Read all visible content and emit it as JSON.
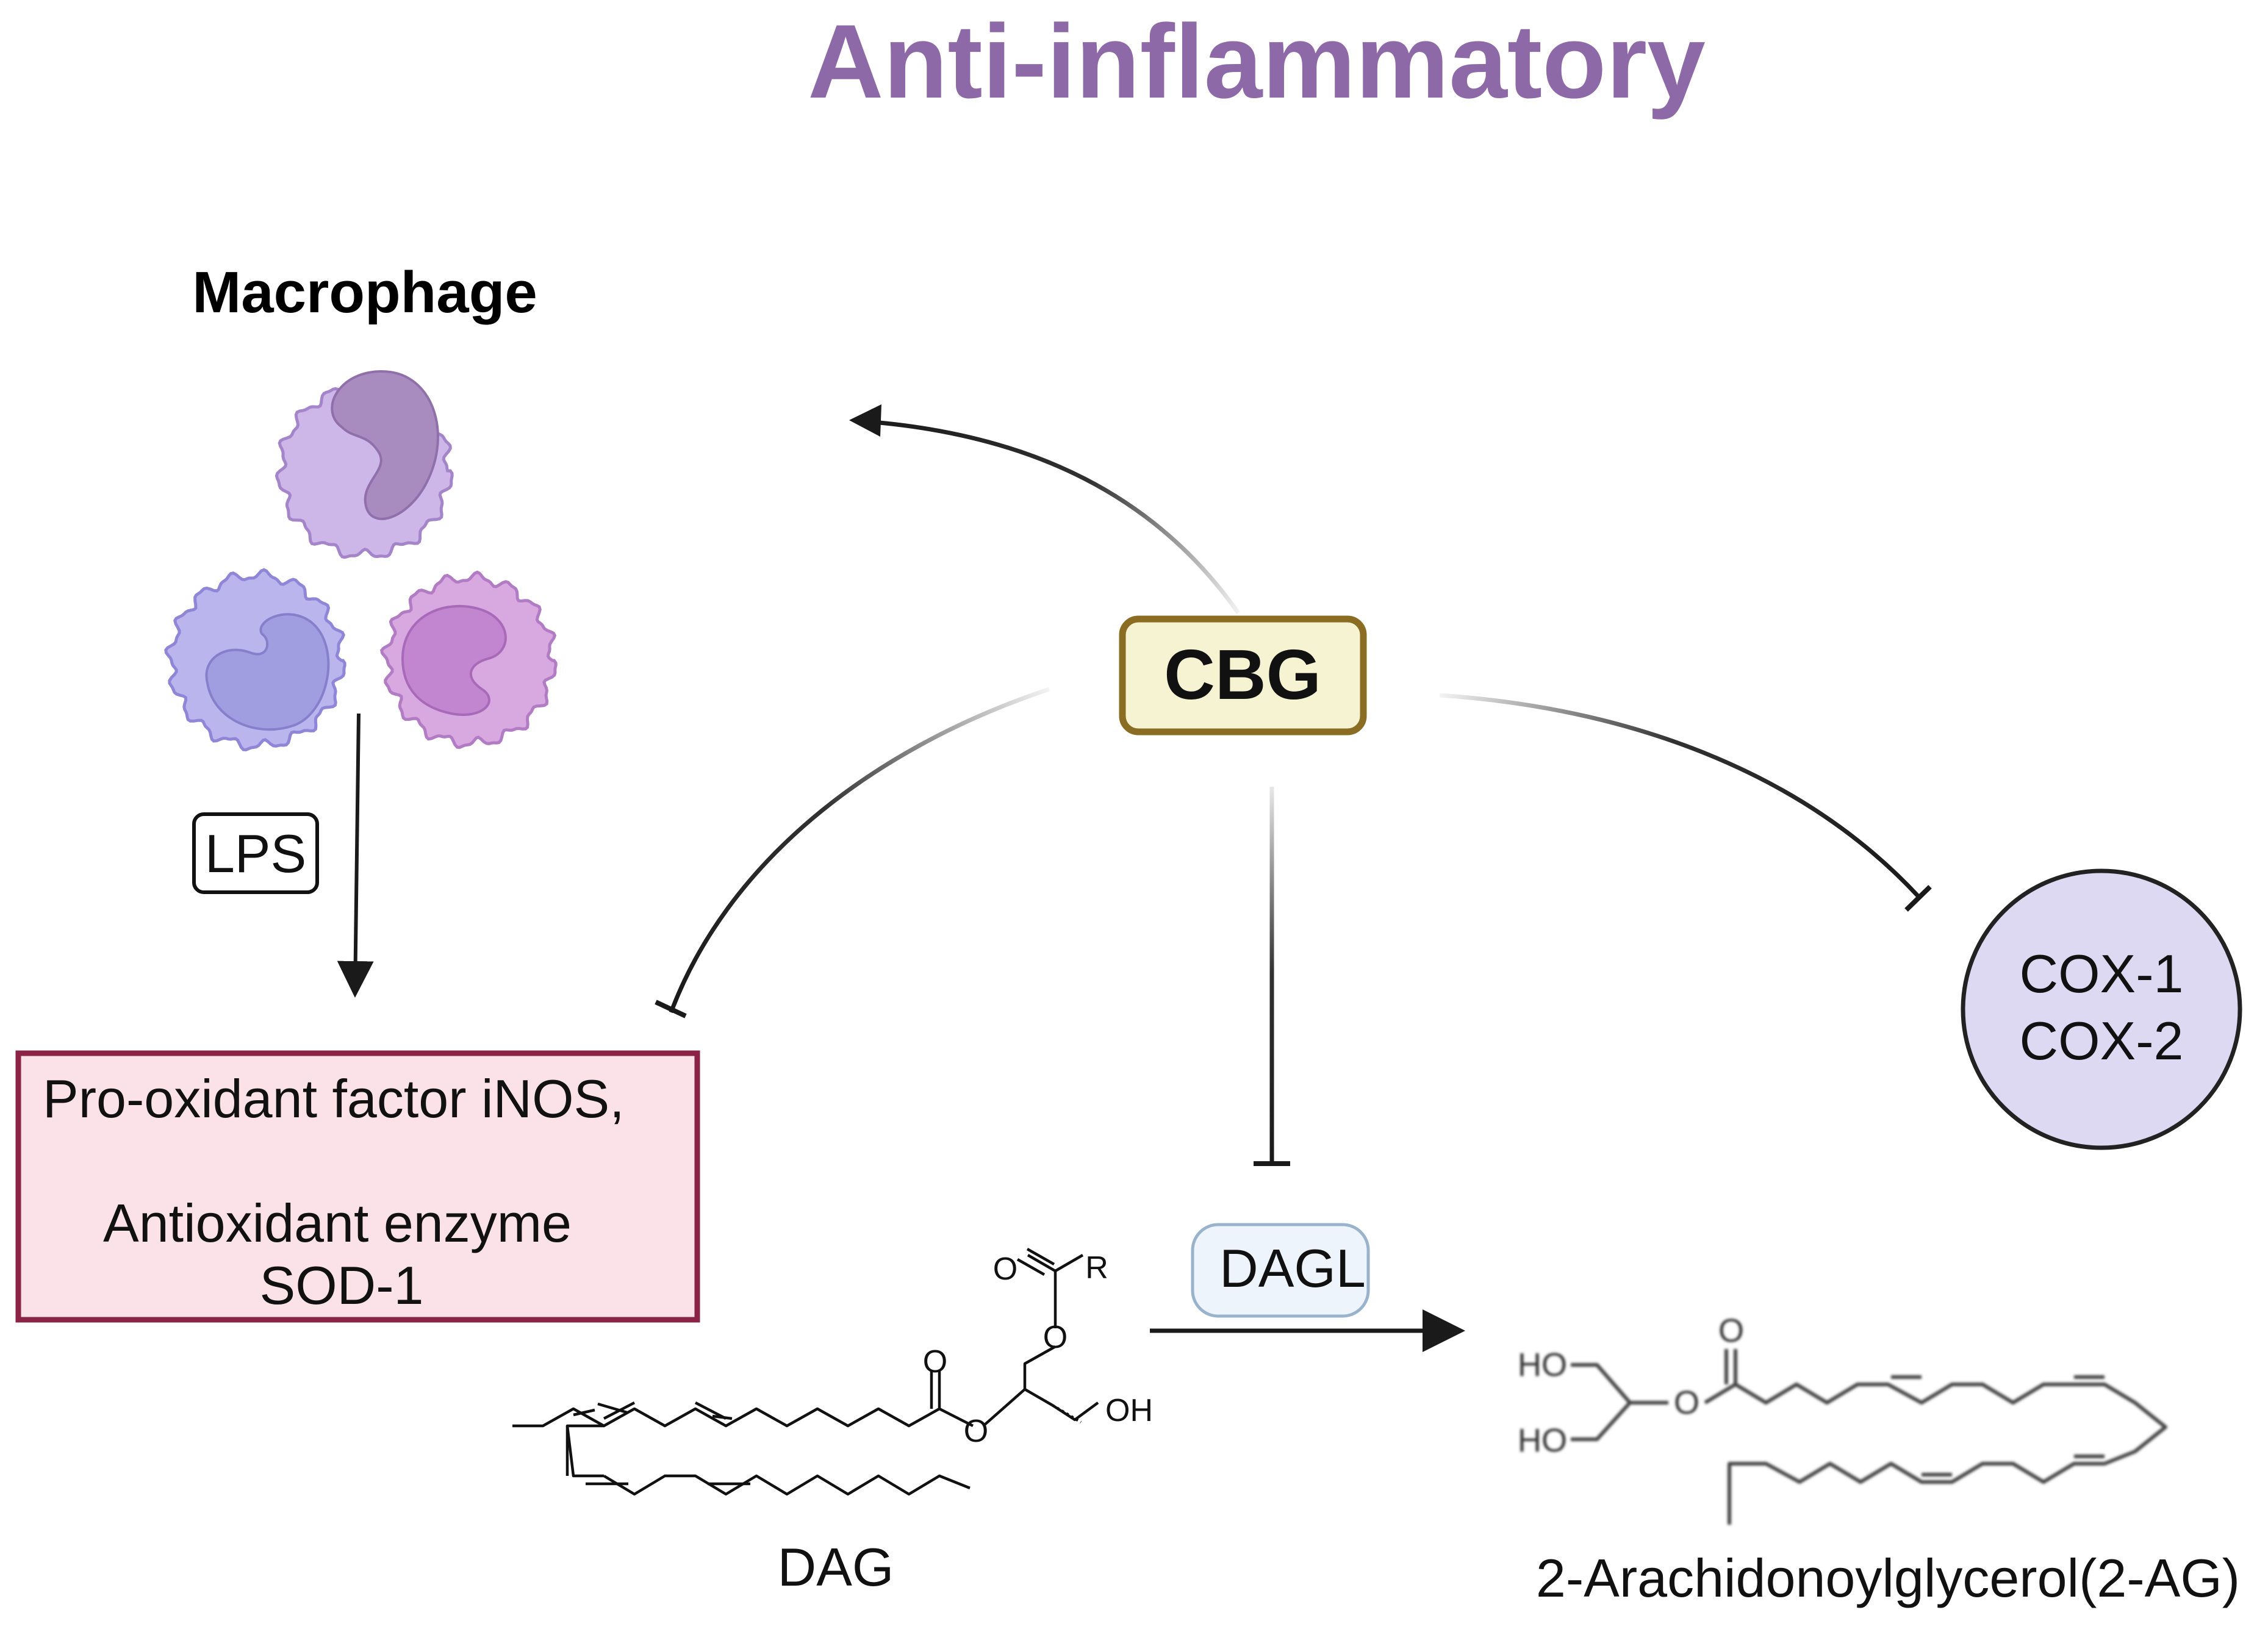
{
  "title": "Anti-inflammatory",
  "colors": {
    "title": "#8e69a8",
    "cbg_border": "#8a6d22",
    "cbg_fill": "#f6f3d3",
    "pink_border": "#8b2346",
    "pink_fill": "#fbe2e8",
    "cox_border": "#222222",
    "cox_fill": "#ddd9f3",
    "dagl_border": "#9ab3cc",
    "dagl_fill": "#eef4fb"
  },
  "macrophage": {
    "label": "Macrophage",
    "cells": [
      "macrophage-cell-top",
      "macrophage-cell-left",
      "macrophage-cell-right"
    ]
  },
  "lps": {
    "label": "LPS"
  },
  "cbg": {
    "label": "CBG"
  },
  "pink_box": {
    "line1": "Pro-oxidant factor iNOS,",
    "line2": "Antioxidant enzyme",
    "line3": "SOD-1"
  },
  "cox": {
    "line1": "COX-1",
    "line2": "COX-2"
  },
  "dagl": {
    "label": "DAGL"
  },
  "dag": {
    "label": "DAG",
    "atoms": {
      "carbonyl_o1": "O",
      "r_group": "R",
      "ester_o1": "O",
      "carbonyl_o2": "O",
      "ester_o2": "O",
      "hydroxyl": "OH"
    }
  },
  "ag": {
    "label": "2-Arachidonoylglycerol(2-AG)",
    "atoms": {
      "ho_top": "HO",
      "ho_bottom": "HO",
      "carbonyl_o": "O",
      "ester_o": "O"
    }
  },
  "icons": {
    "activation_arrow": "arrow-head-icon",
    "inhibition": "t-bar-inhibition-icon"
  }
}
